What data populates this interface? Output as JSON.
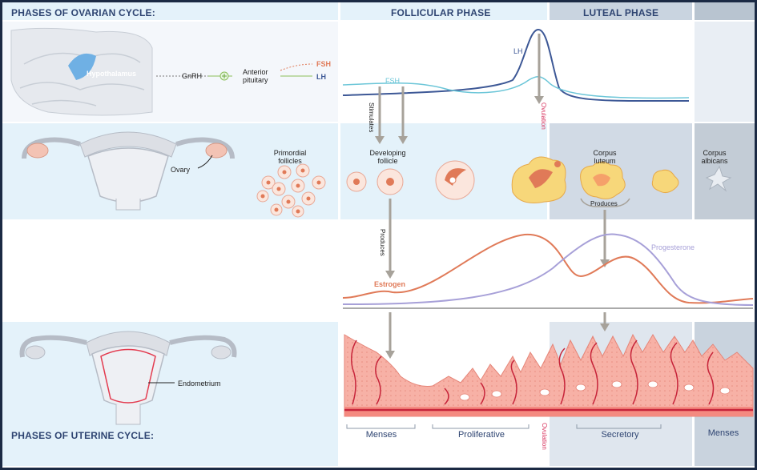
{
  "headers": {
    "ovarian_cycle": "PHASES OF OVARIAN CYCLE:",
    "follicular_phase": "FOLLICULAR PHASE",
    "luteal_phase": "LUTEAL PHASE",
    "uterine_cycle": "PHASES OF UTERINE CYCLE:"
  },
  "brain_panel": {
    "hypothalamus": "Hypothalamus",
    "gnrh": "GnRH",
    "anterior_pituitary": "Anterior pituitary",
    "fsh": "FSH",
    "lh": "LH"
  },
  "hormone_curves": {
    "lh_label": "LH",
    "fsh_label": "FSH",
    "stimulates": "Stimulates",
    "ovulation": "Ovulation"
  },
  "ovary_panel": {
    "ovary": "Ovary",
    "primordial_follicles": "Primordial follicles",
    "developing_follicle": "Developing follicle",
    "corpus_luteum": "Corpus luteum",
    "produces": "Produces",
    "corpus_albicans": "Corpus albicans"
  },
  "steroid_curves": {
    "produces": "Produces",
    "estrogen": "Estrogen",
    "progesterone": "Progesterone"
  },
  "uterus_panel": {
    "endometrium": "Endometrium"
  },
  "uterine_phases": {
    "menses_1": "Menses",
    "proliferative": "Proliferative",
    "ovulation": "Ovulation",
    "secretory": "Secretory",
    "menses_2": "Menses"
  },
  "colors": {
    "lh": "#3d5896",
    "fsh": "#6cc6d8",
    "estrogen": "#e07a58",
    "progesterone": "#a7a0d8",
    "endometrium": "#f29b8f",
    "vessel": "#c7243a",
    "ovulation_text": "#d8345f",
    "header": "#2f4572"
  }
}
